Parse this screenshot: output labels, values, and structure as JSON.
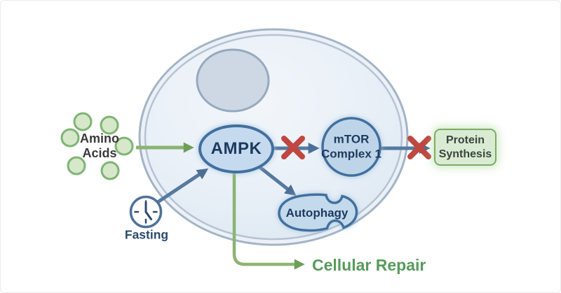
{
  "diagram": {
    "type": "cell-signaling-pathway",
    "nodes": {
      "amino_acids": "Amino\nAcids",
      "fasting": "Fasting",
      "ampk": "AMPK",
      "mtor_complex_1": "mTOR\nComplex 1",
      "autophagy": "Autophagy",
      "protein_synthesis": "Protein\nSynthesis",
      "cellular_repair": "Cellular Repair"
    },
    "edges": [
      {
        "from": "Amino Acids",
        "to": "AMPK",
        "style": "arrow",
        "color": "#8bb471"
      },
      {
        "from": "Fasting",
        "to": "AMPK",
        "style": "arrow",
        "color": "#56799f"
      },
      {
        "from": "AMPK",
        "to": "mTOR Complex 1",
        "style": "arrow",
        "color": "#56799f",
        "inhibition_marker": "red-x"
      },
      {
        "from": "mTOR Complex 1",
        "to": "Protein Synthesis",
        "style": "arrow",
        "color": "#56799f",
        "inhibition_marker": "red-x"
      },
      {
        "from": "AMPK",
        "to": "Autophagy",
        "style": "arrow",
        "color": "#56799f"
      },
      {
        "from": "AMPK",
        "to": "Cellular Repair",
        "style": "elbow-arrow",
        "color": "#8bb471"
      }
    ],
    "icons": {
      "fasting": "clock-icon",
      "amino_acids": "six-green-circles",
      "inhibition": "red-x-icon"
    },
    "colors": {
      "activation_green": "#8bb471",
      "signal_blue": "#56799f",
      "inhibition_red": "#bf4740",
      "blue_node_fill": "#c5daee",
      "blue_node_stroke": "#42709e",
      "green_box_fill": "#d9ecd3",
      "green_box_border": "#7cab64",
      "cell_fill": "#e7eff7",
      "membrane_stroke": "#a3b4c7",
      "nucleus_fill": "#cdd8e4",
      "navy_text": "#1c3a5e",
      "green_text": "#579a5b"
    }
  }
}
